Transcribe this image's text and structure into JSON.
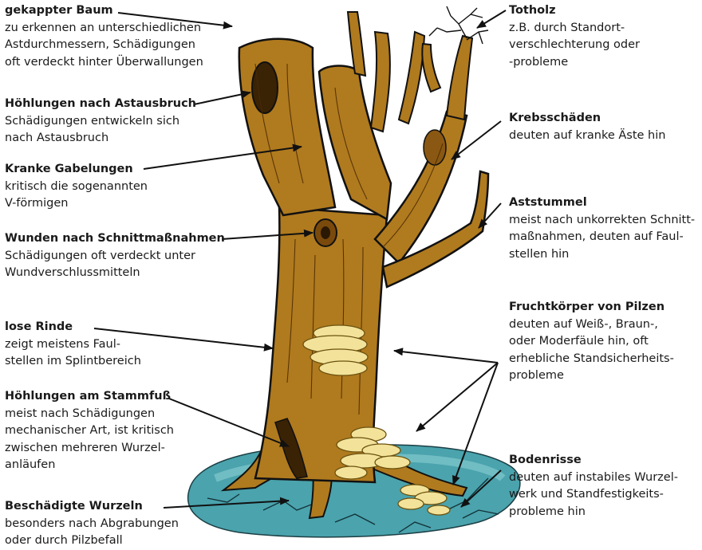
{
  "colors": {
    "bark": "#b07a1e",
    "bark_dark": "#7a4a0c",
    "outline": "#111111",
    "ground": "#4aa3ad",
    "ground_light": "#8ccfd4",
    "fungus": "#f3e39a",
    "fungus_dark": "#c8a840",
    "text": "#1a1a1a"
  },
  "labels": {
    "gekappter_baum": {
      "title": "gekappter Baum",
      "lines": [
        "zu erkennen an unterschiedlichen",
        "Astdurchmessern, Schädigungen",
        "oft verdeckt hinter Überwallungen"
      ]
    },
    "hoehlungen_astausbruch": {
      "title": "Höhlungen nach Astausbruch",
      "lines": [
        "Schädigungen entwickeln sich",
        "nach Astausbruch"
      ]
    },
    "kranke_gabelungen": {
      "title": "Kranke Gabelungen",
      "lines": [
        "kritisch die sogenannten",
        "V-förmigen"
      ]
    },
    "wunden_schnittmassnahmen": {
      "title": "Wunden nach Schnittmaßnahmen",
      "lines": [
        "Schädigungen oft verdeckt unter",
        "Wundverschlussmitteln"
      ]
    },
    "lose_rinde": {
      "title": "lose Rinde",
      "lines": [
        "zeigt meistens Faul-",
        "stellen im Splintbereich"
      ]
    },
    "hoehlungen_stammfuss": {
      "title": "Höhlungen am Stammfuß",
      "lines": [
        "meist nach Schädigungen",
        "mechanischer Art, ist kritisch",
        "zwischen mehreren Wurzel-",
        "anläufen"
      ]
    },
    "beschaedigte_wurzeln": {
      "title": "Beschädigte Wurzeln",
      "lines": [
        "besonders nach Abgrabungen",
        "oder durch Pilzbefall"
      ]
    },
    "totholz": {
      "title": "Totholz",
      "lines": [
        "z.B. durch Standort-",
        "verschlechterung oder",
        "-probleme"
      ]
    },
    "krebsschaeden": {
      "title": "Krebsschäden",
      "lines": [
        "deuten auf kranke Äste hin"
      ]
    },
    "aststummel": {
      "title": "Aststummel",
      "lines": [
        "meist nach unkorrekten Schnitt-",
        "maßnahmen, deuten auf Faul-",
        "stellen hin"
      ]
    },
    "fruchtkoerper": {
      "title": "Fruchtkörper von Pilzen",
      "lines": [
        "deuten auf Weiß-, Braun-,",
        "oder Moderfäule hin, oft",
        "erhebliche Standsicherheits-",
        "probleme"
      ]
    },
    "bodenrisse": {
      "title": "Bodenrisse",
      "lines": [
        "deuten auf instabiles Wurzel-",
        "werk und Standfestigkeits-",
        "probleme hin"
      ]
    }
  }
}
